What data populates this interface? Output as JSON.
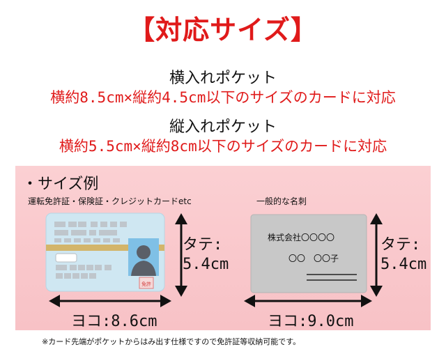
{
  "title": "【対応サイズ】",
  "horizontal": {
    "heading": "横入れポケット",
    "desc": "横約8.5cm×縦約4.5cm以下のサイズのカードに対応"
  },
  "vertical": {
    "heading": "縦入れポケット",
    "desc": "横約5.5cm×縦約8cm以下のサイズのカードに対応"
  },
  "examples": {
    "heading": "・サイズ例",
    "license": {
      "caption": "運転免許証・保険証・クレジットカードetc",
      "height_label": "タテ:",
      "height_value": "5.4cm",
      "width_label": "ヨコ:8.6cm",
      "stamp": "免許"
    },
    "business": {
      "caption": "一般的な名刺",
      "company": "株式会社〇〇〇〇",
      "name": "〇〇　〇〇子",
      "height_label": "タテ:",
      "height_value": "5.4cm",
      "width_label": "ヨコ:9.0cm"
    }
  },
  "note": "※カード先端がポケットからはみ出す仕様ですので免許証等収納可能です。",
  "colors": {
    "accent": "#e01a1a",
    "panel_bg": "#fbd0d3",
    "license_card": "#cfe7f2",
    "license_stripe": "#d3b56a",
    "business_card": "#c8c8c8"
  }
}
